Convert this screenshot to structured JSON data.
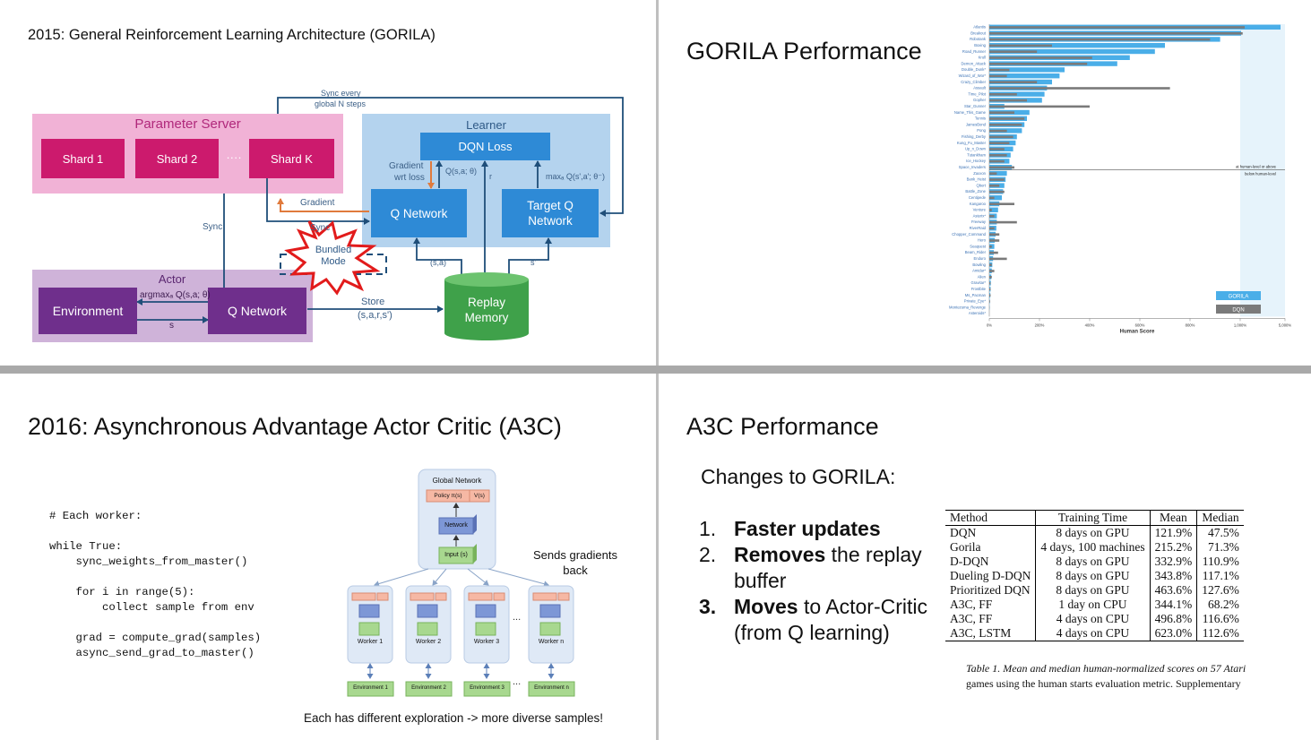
{
  "slide1": {
    "title": "2015: General Reinforcement Learning Architecture (GORILA)",
    "parameter_server": {
      "title": "Parameter Server",
      "shards": [
        "Shard 1",
        "Shard 2",
        "Shard K"
      ],
      "ellipsis": "····"
    },
    "learner": {
      "title": "Learner",
      "loss": "DQN Loss",
      "q_network": "Q Network",
      "target_q_network": "Target Q Network"
    },
    "actor": {
      "title": "Actor",
      "environment": "Environment",
      "q_network": "Q Network"
    },
    "replay_memory": "Replay Memory",
    "bundled_mode": "Bundled Mode",
    "edge_labels": {
      "sync_every": "Sync every",
      "global_n_steps": "global N steps",
      "gradient_wrt_loss_1": "Gradient",
      "gradient_wrt_loss_2": "wrt loss",
      "q_s_a_theta": "Q(s,a; θ)",
      "r": "r",
      "max_q": "maxₐ Q(s',a'; θ⁻)",
      "gradient": "Gradient",
      "sync_left": "Sync",
      "sync_mid": "Sync",
      "argmax": "argmaxₐ Q(s,a; θ)",
      "s": "s",
      "store": "Store",
      "store_tuple": "(s,a,r,s')",
      "sa": "(s,a)",
      "s_prime": "s'"
    }
  },
  "slide2": {
    "title": "GORILA Performance",
    "chart_data": {
      "type": "bar",
      "orientation": "horizontal",
      "xlabel": "Human Score",
      "x_ticks": [
        "0%",
        "200%",
        "400%",
        "600%",
        "800%",
        "1,000%",
        "5,000%"
      ],
      "annotations": [
        "at human-level or above",
        "below human-level"
      ],
      "legend": [
        "GORILA",
        "DQN"
      ],
      "legend_placement": "bottom-right",
      "series_colors": {
        "GORILA": "#4aaee8",
        "DQN": "#7a7a7a"
      },
      "categories": [
        "Atlantis",
        "Breakout",
        "Robotank",
        "Boxing",
        "Road_Runner",
        "Krull",
        "Demon_Attack",
        "Double_Dunk*",
        "Wizard_of_Wor*",
        "Crazy_Climber",
        "Assault",
        "Time_Pilot",
        "Gopher",
        "Star_Gunner",
        "Name_This_Game",
        "Tennis",
        "JamesBond",
        "Pong",
        "Fishing_Derby",
        "Kung_Fu_Master",
        "Up_n_Down",
        "Tutankham",
        "Ice_Hockey",
        "Space_Invaders",
        "Zaxxon",
        "Bank_Heist",
        "Qbert",
        "Battle_Zone",
        "Centipede",
        "Kangaroo",
        "Venture",
        "Asterix*",
        "Freeway",
        "RiverRaid",
        "Chopper_Command",
        "Hero",
        "Seaquest",
        "Beam_Rider",
        "Enduro",
        "Bowling",
        "Amidar*",
        "Alien",
        "Gravitar*",
        "Frostbite",
        "Ms_Pacman",
        "Private_Eye*",
        "Montezuma_Revenge",
        "Asteroids*"
      ],
      "series": [
        {
          "name": "GORILA",
          "values": [
            4600,
            1080,
            920,
            700,
            660,
            560,
            510,
            300,
            280,
            250,
            230,
            220,
            210,
            60,
            160,
            150,
            140,
            130,
            110,
            105,
            95,
            85,
            80,
            90,
            70,
            65,
            60,
            55,
            50,
            40,
            35,
            30,
            30,
            28,
            25,
            22,
            20,
            18,
            15,
            12,
            10,
            8,
            6,
            5,
            4,
            2,
            1,
            0
          ]
        },
        {
          "name": "DQN",
          "values": [
            1400,
            1220,
            880,
            250,
            190,
            410,
            390,
            80,
            70,
            190,
            720,
            110,
            150,
            400,
            100,
            140,
            130,
            70,
            95,
            80,
            60,
            70,
            60,
            100,
            30,
            60,
            40,
            60,
            20,
            100,
            10,
            20,
            110,
            20,
            40,
            40,
            10,
            35,
            70,
            10,
            20,
            10,
            5,
            5,
            5,
            3,
            1,
            0
          ]
        }
      ],
      "xlim": [
        0,
        5000
      ],
      "grid": false
    }
  },
  "slide3": {
    "title": "2016: Asynchronous Advantage Actor Critic (A3C)",
    "code": "# Each worker:\n\nwhile True:\n    sync_weights_from_master()\n\n    for i in range(5):\n        collect sample from env\n\n    grad = compute_grad(samples)\n    async_send_grad_to_master()",
    "global_network": {
      "title": "Global Network",
      "policy": "Policy π(s)",
      "value": "V(s)",
      "network": "Network",
      "input": "Input (s)"
    },
    "workers": [
      "Worker 1",
      "Worker 2",
      "Worker 3",
      "Worker n"
    ],
    "environments": [
      "Environment 1",
      "Environment 2",
      "Environment 3",
      "Environment n"
    ],
    "ellipsis": "...",
    "sends_gradients": "Sends gradients back",
    "caption": "Each has different exploration -> more diverse samples!"
  },
  "slide4": {
    "title": "A3C Performance",
    "changes_title": "Changes to GORILA:",
    "list": [
      {
        "num": "1.",
        "bold": "Faster updates",
        "rest": ""
      },
      {
        "num": "2.",
        "bold": "Removes",
        "rest": " the replay buffer"
      },
      {
        "num": "3.",
        "bold": "Moves",
        "rest": " to Actor-Critic (from Q learning)"
      }
    ],
    "table": {
      "headers": [
        "Method",
        "Training Time",
        "Mean",
        "Median"
      ],
      "rows": [
        [
          "DQN",
          "8 days on GPU",
          "121.9%",
          "47.5%"
        ],
        [
          "Gorila",
          "4 days, 100 machines",
          "215.2%",
          "71.3%"
        ],
        [
          "D-DQN",
          "8 days on GPU",
          "332.9%",
          "110.9%"
        ],
        [
          "Dueling D-DQN",
          "8 days on GPU",
          "343.8%",
          "117.1%"
        ],
        [
          "Prioritized DQN",
          "8 days on GPU",
          "463.6%",
          "127.6%"
        ],
        [
          "A3C, FF",
          "1 day on CPU",
          "344.1%",
          "68.2%"
        ],
        [
          "A3C, FF",
          "4 days on CPU",
          "496.8%",
          "116.6%"
        ],
        [
          "A3C, LSTM",
          "4 days on CPU",
          "623.0%",
          "112.6%"
        ]
      ]
    },
    "caption_1": "Table 1.  Mean and median human-normalized scores on 57 Atari",
    "caption_2": "games using the human starts evaluation metric.  Supplementary"
  }
}
